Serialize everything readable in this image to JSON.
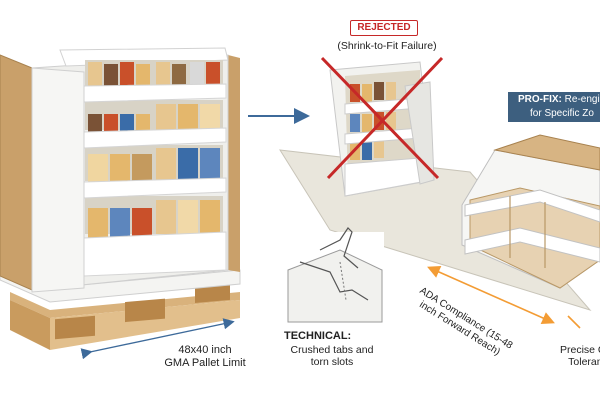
{
  "pallet": {
    "label_line1": "48x40 inch",
    "label_line2": "GMA Pallet Limit"
  },
  "rejected": {
    "badge": "REJECTED",
    "subtitle": "(Shrink-to-Fit Failure)"
  },
  "profix": {
    "title": "PRO-FIX:",
    "line1_rest": "Re-engin",
    "line2": "for Specific Zo"
  },
  "technical": {
    "title": "TECHNICAL:",
    "desc": "Crushed tabs and torn slots"
  },
  "ada": {
    "text": "ADA Compliance (15-48 inch Forward Reach)"
  },
  "precise": {
    "text": "Precise Cali Toleranc"
  },
  "colors": {
    "reject_red": "#c62828",
    "accent_orange": "#f39c34",
    "arrow_blue": "#3d6a9a",
    "profix_bg": "#3d5f7f",
    "cardboard": "#c9a06a",
    "wood": "#d9b27c"
  }
}
